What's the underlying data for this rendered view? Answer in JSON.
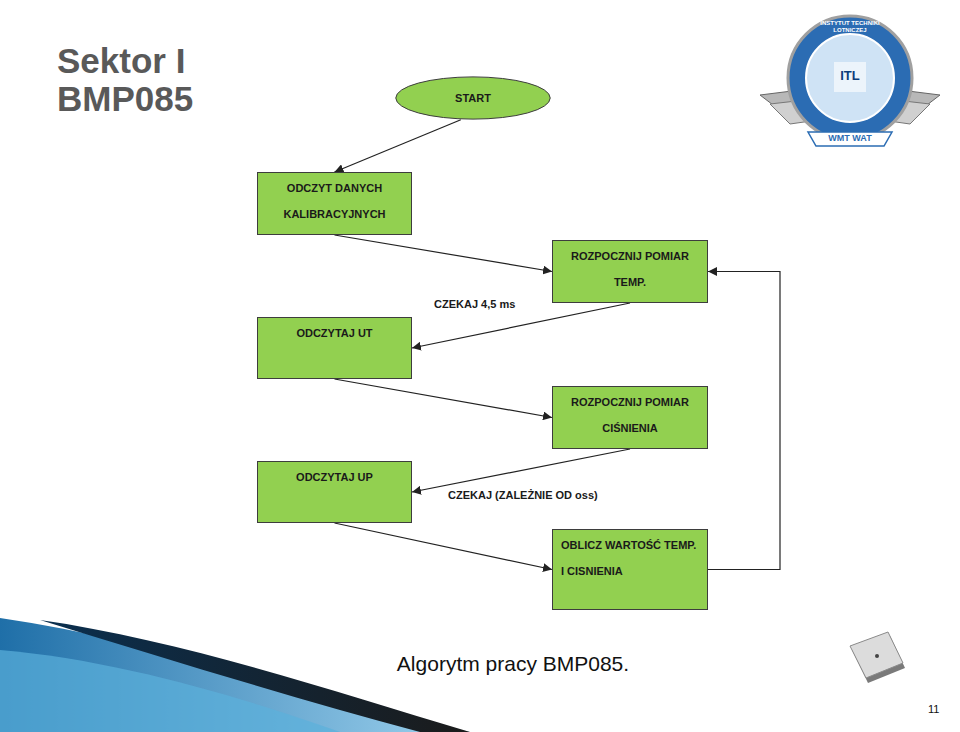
{
  "diagram": {
    "title": "Sektor I BMP085",
    "caption": "Algorytm pracy BMP085.",
    "nodes": [
      {
        "text": [
          "START"
        ]
      },
      {
        "text": [
          "ODCZYT DANYCH KALIBRACYJNYCH"
        ]
      },
      {
        "text": [
          "ROZPOCZNIJ POMIAR TEMP."
        ]
      },
      {
        "text": [
          "ODCZYTAJ UT"
        ]
      },
      {
        "text": [
          "ROZPOCZNIJ POMIAR CIŚNIENIA"
        ]
      },
      {
        "text": [
          "ODCZYTAJ UP"
        ]
      },
      {
        "text": [
          "OBLICZ WARTOŚĆ TEMP. I CISNIENIA"
        ]
      }
    ],
    "edges": [
      {
        "from": 0,
        "to": 1,
        "arrow": "to"
      },
      {
        "from": 1,
        "to": 2,
        "arrow": "to"
      },
      {
        "from": 2,
        "to": 3,
        "label": "CZEKAJ 4,5 ms",
        "arrow": "to"
      },
      {
        "from": 3,
        "to": 4,
        "arrow": "to"
      },
      {
        "from": 4,
        "to": 5,
        "label": "CZEKAJ (ZALEŻNIE OD oss)",
        "arrow": "to"
      },
      {
        "from": 5,
        "to": 6,
        "arrow": "to"
      },
      {
        "from": 6,
        "to": 2,
        "arrow": "to"
      }
    ],
    "labels": [
      "INSTYTUT TECHNIKI LOTNICZEJ",
      "ITL",
      "WMT WAT",
      "11"
    ]
  }
}
